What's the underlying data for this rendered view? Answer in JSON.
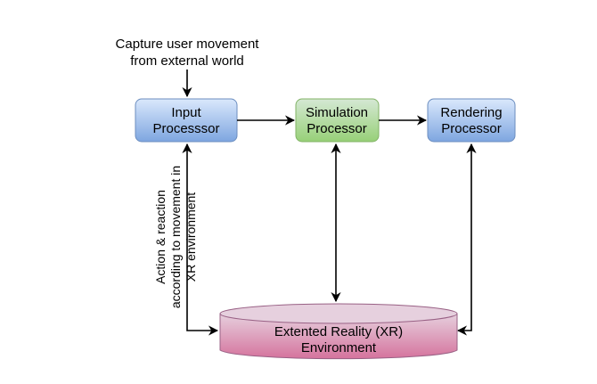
{
  "diagram": {
    "top_caption": {
      "line1": "Capture user movement",
      "line2": "from external world"
    },
    "nodes": {
      "input": {
        "line1": "Input",
        "line2": "Processsor",
        "fill": "#dae8fc",
        "fill_dark": "#7ea6e0",
        "stroke": "#6c8ebf"
      },
      "simulation": {
        "line1": "Simulation",
        "line2": "Processor",
        "fill": "#d5e8d4",
        "fill_dark": "#97d077",
        "stroke": "#82b366"
      },
      "rendering": {
        "line1": "Rendering",
        "line2": "Processor",
        "fill": "#dae8fc",
        "fill_dark": "#7ea6e0",
        "stroke": "#6c8ebf"
      },
      "environment": {
        "line1": "Extented Reality (XR)",
        "line2": "Environment",
        "fill": "#e6d0de",
        "fill_dark": "#d5739d",
        "stroke": "#996185"
      }
    },
    "side_label": {
      "line1": "Action & reaction",
      "line2": "according to movement in",
      "line3": "XR environment"
    }
  }
}
